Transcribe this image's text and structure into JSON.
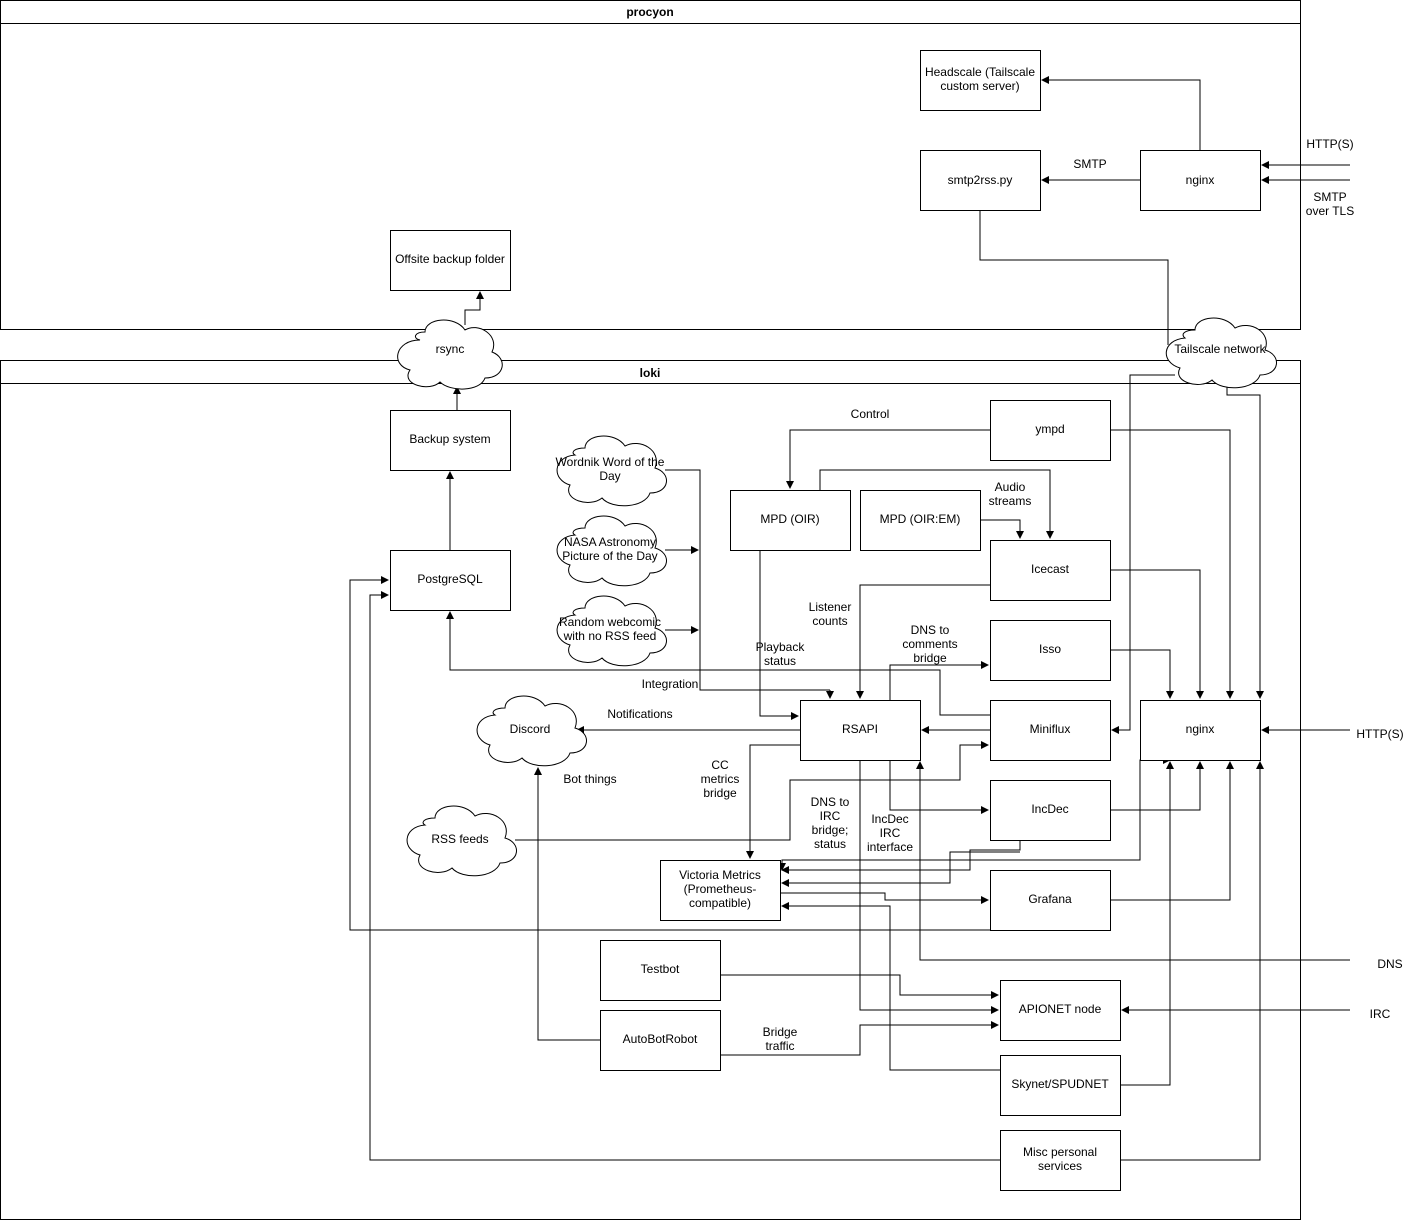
{
  "containers": {
    "procyon": "procyon",
    "loki": "loki"
  },
  "nodes": {
    "headscale": [
      "Headscale (Tailscale",
      "custom server)"
    ],
    "smtp2rss": "smtp2rss.py",
    "nginx_procyon": "nginx",
    "offsite_backup": "Offsite backup folder",
    "rsync": "rsync",
    "tailscale": "Tailscale network",
    "backup_system": "Backup system",
    "postgresql": "PostgreSQL",
    "wordnik": [
      "Wordnik Word of the",
      "Day"
    ],
    "nasa": [
      "NASA Astronomy",
      "Picture of the Day"
    ],
    "webcomic": [
      "Random webcomic",
      "with no RSS feed"
    ],
    "discord": "Discord",
    "rss_feeds": "RSS feeds",
    "ympd": "ympd",
    "mpd_oir": "MPD (OIR)",
    "mpd_oir_em": "MPD (OIR:EM)",
    "icecast": "Icecast",
    "isso": "Isso",
    "miniflux": "Miniflux",
    "rsapi": "RSAPI",
    "incdec": "IncDec",
    "victoria": [
      "Victoria Metrics",
      "(Prometheus-",
      "compatible)"
    ],
    "grafana": "Grafana",
    "testbot": "Testbot",
    "apionet": "APIONET node",
    "autobotrobot": "AutoBotRobot",
    "skynet": "Skynet/SPUDNET",
    "misc": [
      "Misc personal",
      "services"
    ],
    "nginx_loki": "nginx"
  },
  "edge_labels": {
    "http_procyon": "HTTP(S)",
    "smtp_tls": [
      "SMTP",
      "over TLS"
    ],
    "smtp": "SMTP",
    "control": "Control",
    "audio_streams": [
      "Audio",
      "streams"
    ],
    "listener_counts": [
      "Listener",
      "counts"
    ],
    "dns_comments": [
      "DNS to",
      "comments",
      "bridge"
    ],
    "playback_status": [
      "Playback",
      "status"
    ],
    "integration": "Integration",
    "notifications": "Notifications",
    "bot_things": "Bot things",
    "cc_metrics": [
      "CC",
      "metrics",
      "bridge"
    ],
    "dns_irc": [
      "DNS to",
      "IRC",
      "bridge;",
      "status"
    ],
    "incdec_irc": [
      "IncDec",
      "IRC",
      "interface"
    ],
    "bridge_traffic": [
      "Bridge",
      "traffic"
    ],
    "http_loki": "HTTP(S)",
    "dns": "DNS",
    "irc": "IRC"
  }
}
